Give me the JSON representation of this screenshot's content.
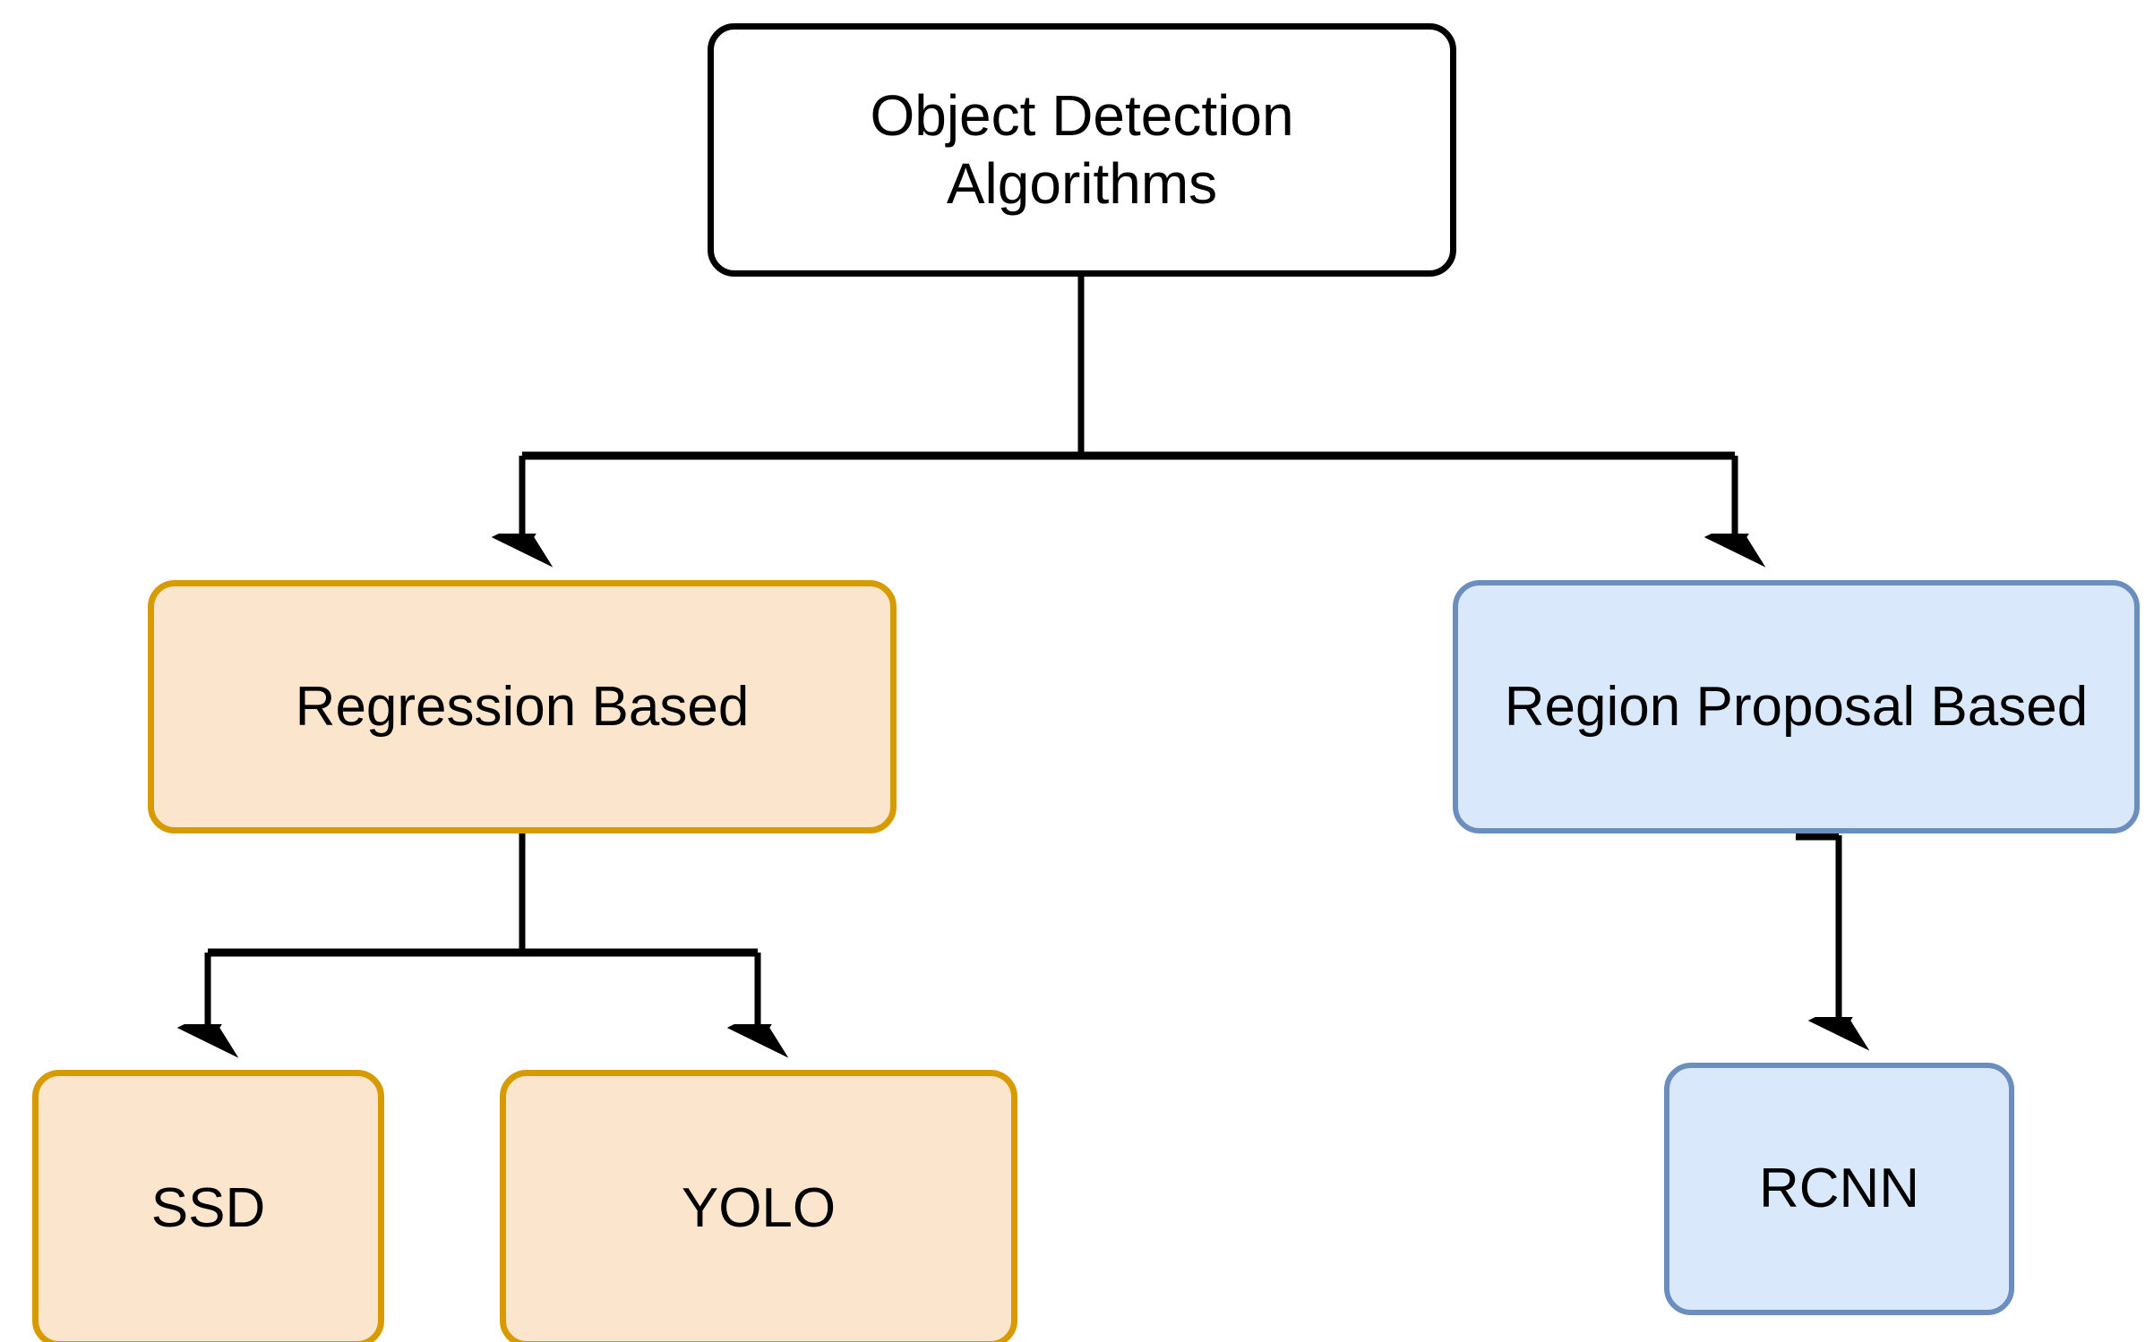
{
  "diagram": {
    "title": "Object Detection Algorithms",
    "type": "tree",
    "background_color": "#ffffff",
    "nodes": [
      {
        "id": "root",
        "label": "Object Detection\nAlgorithms",
        "fill": "#ffffff",
        "stroke": "#000000"
      },
      {
        "id": "regression",
        "label": "Regression Based",
        "fill": "#fce5cd",
        "stroke": "#d79b00"
      },
      {
        "id": "region_proposal",
        "label": "Region Proposal Based",
        "fill": "#dae8fc",
        "stroke": "#6c8ebf"
      },
      {
        "id": "ssd",
        "label": "SSD",
        "fill": "#fce5cd",
        "stroke": "#d79b00"
      },
      {
        "id": "yolo",
        "label": "YOLO",
        "fill": "#fce5cd",
        "stroke": "#d79b00"
      },
      {
        "id": "rcnn",
        "label": "RCNN",
        "fill": "#dae8fc",
        "stroke": "#6c8ebf"
      }
    ],
    "edges": [
      {
        "from": "root",
        "to": "regression"
      },
      {
        "from": "root",
        "to": "region_proposal"
      },
      {
        "from": "regression",
        "to": "ssd"
      },
      {
        "from": "regression",
        "to": "yolo"
      },
      {
        "from": "region_proposal",
        "to": "rcnn"
      }
    ],
    "edge_color": "#000000"
  }
}
